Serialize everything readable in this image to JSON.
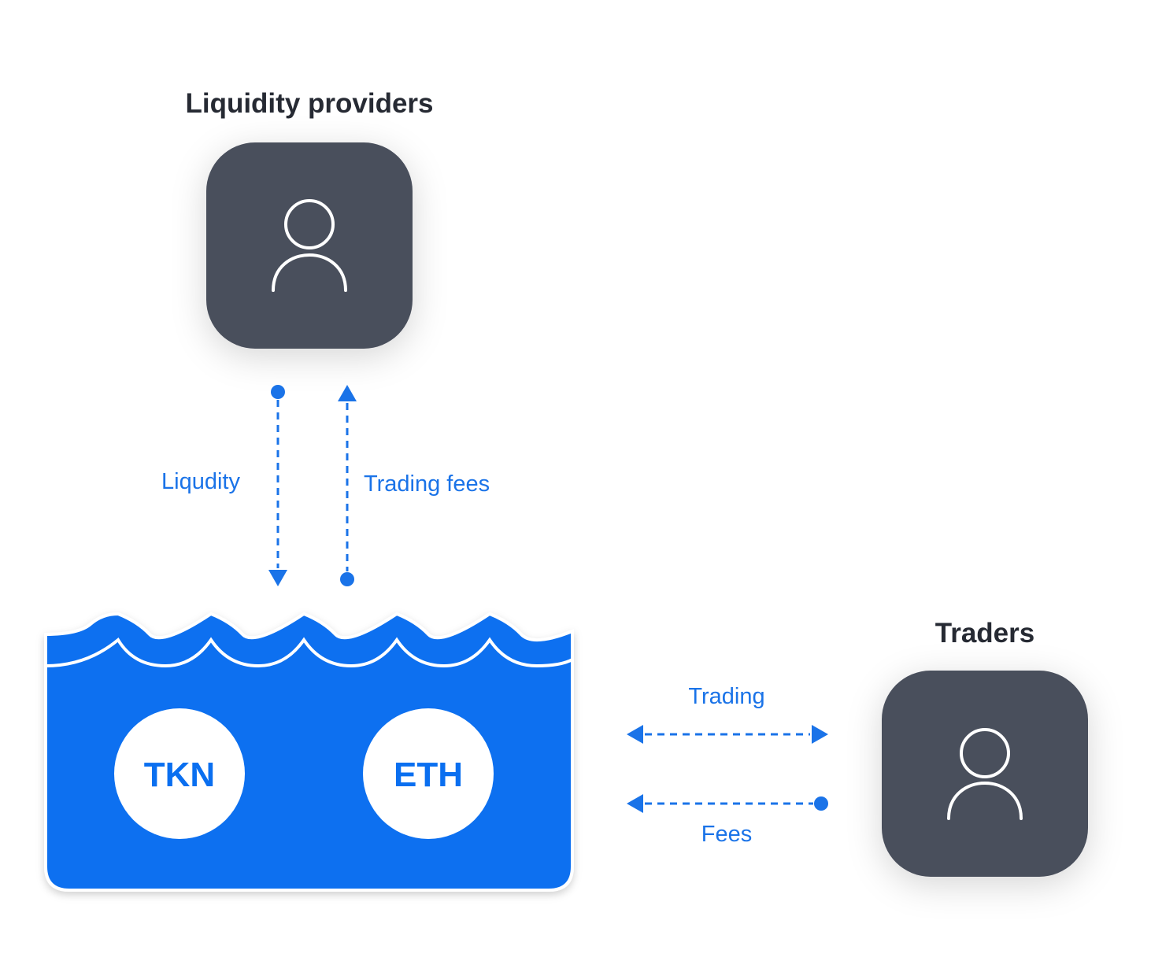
{
  "actors": {
    "liquidity_providers": {
      "title": "Liquidity providers",
      "icon": "user-icon"
    },
    "traders": {
      "title": "Traders",
      "icon": "user-icon"
    }
  },
  "pool": {
    "tokens": [
      "TKN",
      "ETH"
    ],
    "color": "#0a6ff0"
  },
  "flows": {
    "liquidity": "Liqudity",
    "trading_fees": "Trading fees",
    "trading": "Trading",
    "fees": "Fees"
  },
  "colors": {
    "accent": "#1a73e8",
    "card": "#4a4f5c",
    "title": "#262a33"
  }
}
